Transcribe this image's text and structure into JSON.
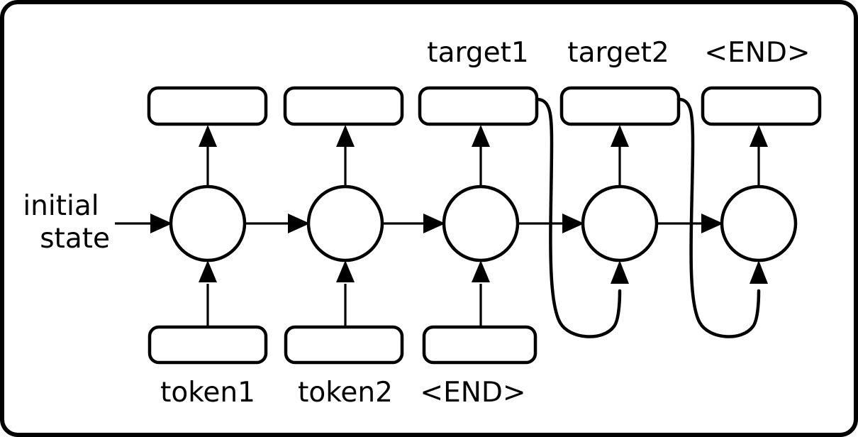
{
  "diagram": {
    "title": "Sequence-to-sequence RNN unrolled diagram",
    "background_color": "#ffffff",
    "stroke_color": "#000000",
    "initial_state": {
      "line1": "initial",
      "line2": "state"
    },
    "top_labels": [
      "",
      "",
      "target1",
      "target2",
      "<END>"
    ],
    "bottom_labels": [
      "token1",
      "token2",
      "<END>",
      "",
      ""
    ],
    "columns": [
      {
        "index": 1,
        "input_label": "token1",
        "output_label": "",
        "has_output_box": true,
        "has_input_box": true,
        "has_feedback": false
      },
      {
        "index": 2,
        "input_label": "token2",
        "output_label": "",
        "has_output_box": true,
        "has_input_box": true,
        "has_feedback": false
      },
      {
        "index": 3,
        "input_label": "<END>",
        "output_label": "target1",
        "has_output_box": true,
        "has_input_box": true,
        "has_feedback": true
      },
      {
        "index": 4,
        "input_label": "",
        "output_label": "target2",
        "has_output_box": true,
        "has_input_box": false,
        "has_feedback": true
      },
      {
        "index": 5,
        "input_label": "",
        "output_label": "<END>",
        "has_output_box": true,
        "has_input_box": false,
        "has_feedback": false
      }
    ]
  }
}
